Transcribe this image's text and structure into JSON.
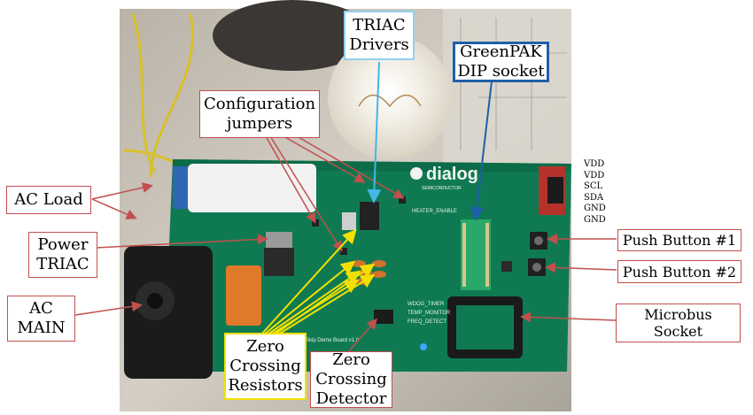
{
  "labels": {
    "triac_drivers": "TRIAC\nDrivers",
    "greenpak_socket": "GreenPAK\nDIP socket",
    "config_jumpers": "Configuration\njumpers",
    "ac_load": "AC Load",
    "power_triac": "Power\nTRIAC",
    "ac_main": "AC\nMAIN",
    "push_button_1": "Push Button #1",
    "push_button_2": "Push Button #2",
    "microbus_socket": "Microbus\nSocket",
    "zero_crossing_resistors": "Zero\nCrossing\nResistors",
    "zero_crossing_detector": "Zero\nCrossing\nDetector"
  },
  "pin_labels": [
    "VDD",
    "VDD",
    "SCL",
    "SDA",
    "GND",
    "GND"
  ],
  "board": {
    "logo_text": "dialog",
    "logo_sub": "SEMICONDUCTOR",
    "silk_title": "Skip Demo Board v1.0",
    "silk_heater": "HEATER_ENABLE",
    "silk_wddg": "WDOG_TIMER",
    "silk_temp": "TEMP_MONITOR",
    "silk_freq": "FREQ_DETECT"
  },
  "colors": {
    "pcb": "#0f7a52",
    "callout_border": "#c0504d",
    "yellow_arrow": "#f2e100",
    "blue_border": "#1f5fa8",
    "cyan_arrow": "#41b8e8"
  }
}
